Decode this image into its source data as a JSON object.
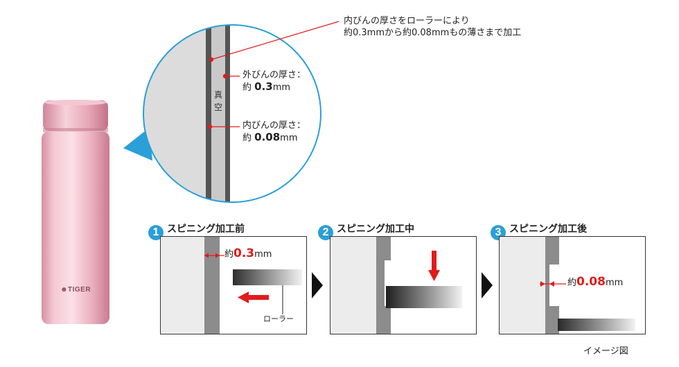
{
  "callout_top": {
    "line1": "内びんの厚さをローラーにより",
    "line2": "約0.3mmから約0.08mmもの薄さまで加工"
  },
  "outer_label": {
    "title": "外びんの厚さ：",
    "prefix": "約 ",
    "value": "0.3",
    "unit": "mm"
  },
  "inner_label": {
    "title": "内びんの厚さ：",
    "prefix": "約 ",
    "value": "0.08",
    "unit": "mm"
  },
  "vacuum_label": [
    "真",
    "空"
  ],
  "bottle_brand": "TIGER",
  "steps": [
    {
      "num": "1",
      "title": "スピニング加工前",
      "measure_prefix": "約",
      "measure_value": "0.3",
      "measure_unit": "mm",
      "roller_label": "ローラー"
    },
    {
      "num": "2",
      "title": "スピニング加工中"
    },
    {
      "num": "3",
      "title": "スピニング加工後",
      "measure_prefix": "約",
      "measure_value": "0.08",
      "measure_unit": "mm"
    }
  ],
  "caption": "イメージ図",
  "colors": {
    "accent_blue": "#2a9fd8",
    "red": "#e21b1b",
    "bottle_pink": "#e7a9b8"
  }
}
